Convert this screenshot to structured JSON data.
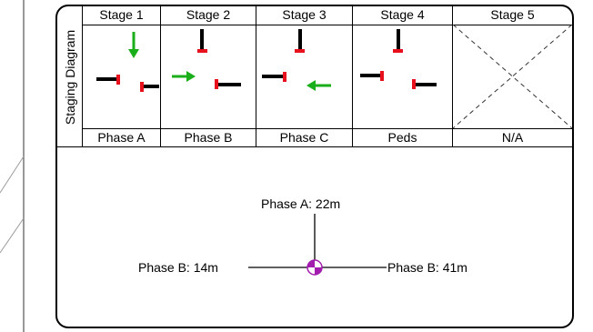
{
  "diagram": {
    "side_label": "Staging Diagram",
    "stages": [
      {
        "title": "Stage 1",
        "phase": "Phase A",
        "movement": "south-approach-green-down"
      },
      {
        "title": "Stage 2",
        "phase": "Phase B",
        "movement": "west-approach-green-right"
      },
      {
        "title": "Stage 3",
        "phase": "Phase C",
        "movement": "east-approach-green-left"
      },
      {
        "title": "Stage 4",
        "phase": "Peds",
        "movement": "all-red"
      },
      {
        "title": "Stage 5",
        "phase": "N/A",
        "movement": "none"
      }
    ],
    "timings": {
      "north": "Phase A: 22m",
      "west": "Phase B: 14m",
      "east": "Phase B: 41m"
    },
    "colors": {
      "stop_bar": "#e8101c",
      "green_arrow": "#1aae1a",
      "marker_primary": "#a21caf",
      "marker_secondary": "#ffffff"
    }
  }
}
